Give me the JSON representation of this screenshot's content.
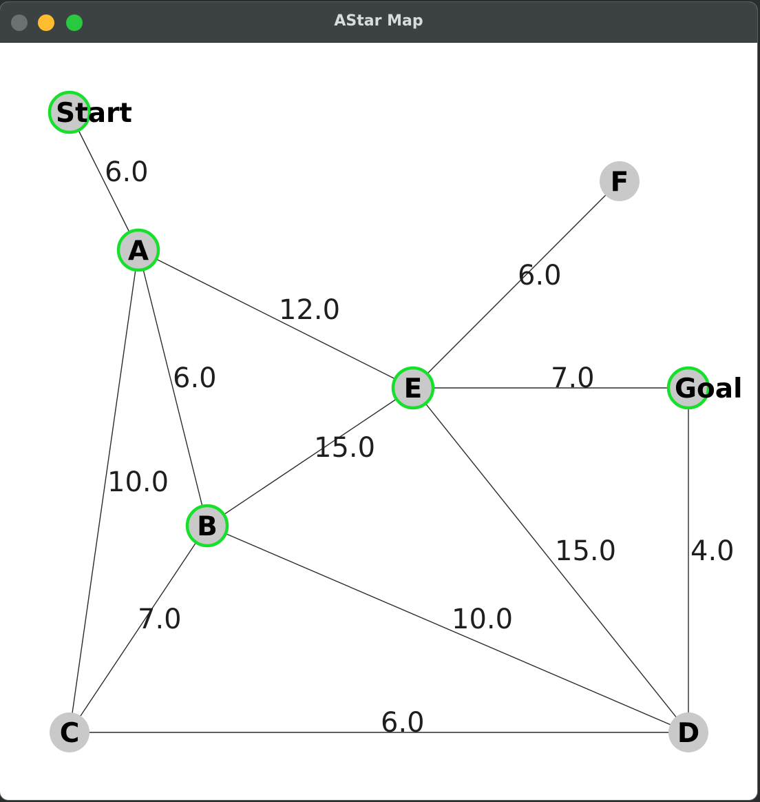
{
  "window": {
    "title": "AStar Map",
    "controls": [
      "close",
      "minimize",
      "maximize"
    ]
  },
  "colors": {
    "path_highlight": "#17e02c",
    "node_fill": "#c9c9c9",
    "edge": "#2b2b2b"
  },
  "graph": {
    "nodes": [
      {
        "id": "Start",
        "label": "Start",
        "on_path": true
      },
      {
        "id": "A",
        "label": "A",
        "on_path": true
      },
      {
        "id": "F",
        "label": "F",
        "on_path": false
      },
      {
        "id": "E",
        "label": "E",
        "on_path": true
      },
      {
        "id": "Goal",
        "label": "Goal",
        "on_path": true
      },
      {
        "id": "B",
        "label": "B",
        "on_path": true
      },
      {
        "id": "C",
        "label": "C",
        "on_path": false
      },
      {
        "id": "D",
        "label": "D",
        "on_path": false
      }
    ],
    "edges": [
      {
        "from": "Start",
        "to": "A",
        "weight": "6.0"
      },
      {
        "from": "A",
        "to": "E",
        "weight": "12.0"
      },
      {
        "from": "A",
        "to": "B",
        "weight": "6.0"
      },
      {
        "from": "A",
        "to": "C",
        "weight": "10.0"
      },
      {
        "from": "E",
        "to": "F",
        "weight": "6.0"
      },
      {
        "from": "E",
        "to": "Goal",
        "weight": "7.0"
      },
      {
        "from": "B",
        "to": "E",
        "weight": "15.0"
      },
      {
        "from": "E",
        "to": "D",
        "weight": "15.0"
      },
      {
        "from": "Goal",
        "to": "D",
        "weight": "4.0"
      },
      {
        "from": "B",
        "to": "C",
        "weight": "7.0"
      },
      {
        "from": "B",
        "to": "D",
        "weight": "10.0"
      },
      {
        "from": "C",
        "to": "D",
        "weight": "6.0"
      }
    ]
  }
}
